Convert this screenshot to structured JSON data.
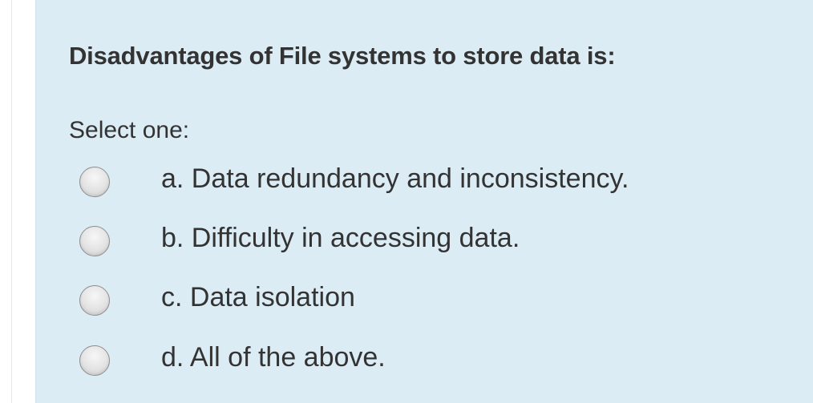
{
  "question": {
    "text": "Disadvantages of File systems to store data is:",
    "prompt": "Select one:",
    "options": [
      {
        "label": "a. Data redundancy and inconsistency.",
        "selected": false
      },
      {
        "label": "b. Difficulty in accessing data.",
        "selected": false
      },
      {
        "label": "c. Data isolation",
        "selected": false
      },
      {
        "label": "d. All of the above.",
        "selected": false
      }
    ]
  },
  "colors": {
    "panel_background": "#dbecf5",
    "text": "#333333",
    "radio_fill": "#e3e3e3",
    "radio_border": "#8e8e8e"
  }
}
